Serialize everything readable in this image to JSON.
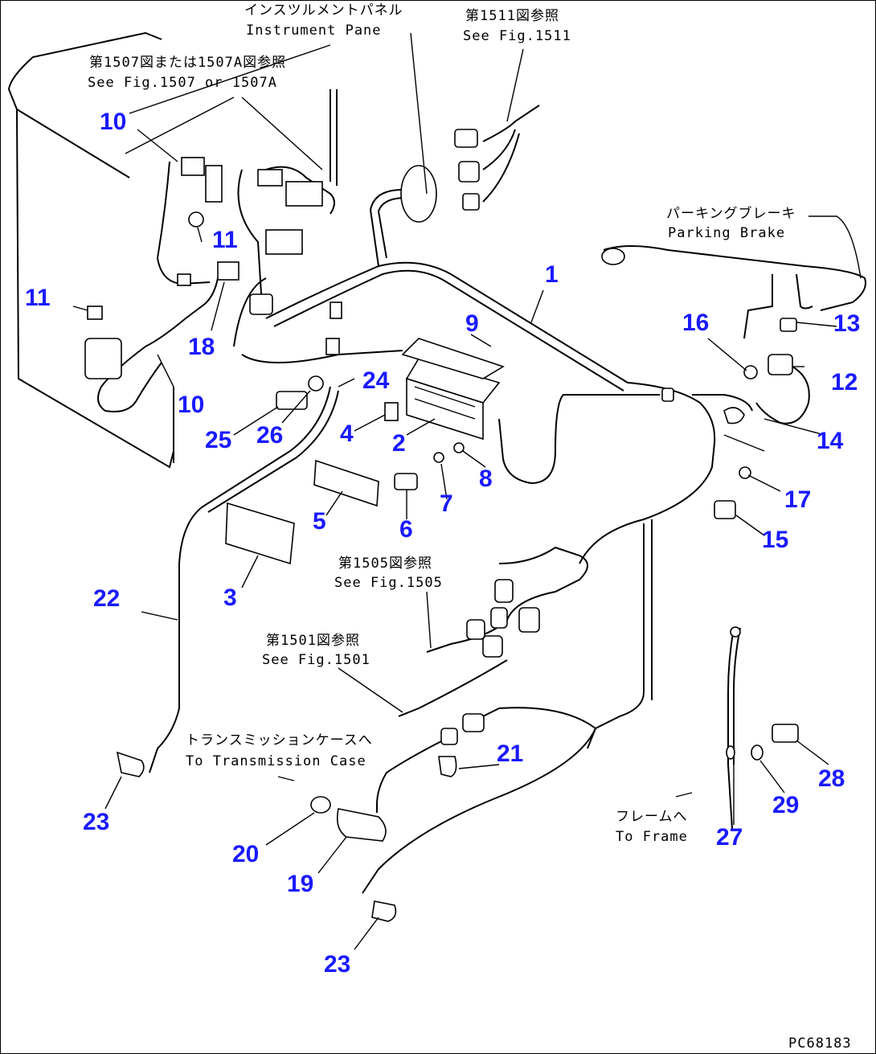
{
  "diagram_id": "PC68183",
  "annotations": {
    "instrument_jp": "インスツルメントパネル",
    "instrument_en": "Instrument Pane",
    "fig1511_jp": "第1511図参照",
    "fig1511_en": "See Fig.1511",
    "fig1507_jp": "第1507図または1507A図参照",
    "fig1507_en": "See Fig.1507 or 1507A",
    "parking_jp": "パーキングブレーキ",
    "parking_en": "Parking Brake",
    "fig1505_jp": "第1505図参照",
    "fig1505_en": "See Fig.1505",
    "fig1501_jp": "第1501図参照",
    "fig1501_en": "See Fig.1501",
    "trans_jp": "トランスミッションケースへ",
    "trans_en": "To Transmission Case",
    "frame_jp": "フレームへ",
    "frame_en": "To Frame"
  },
  "callouts": {
    "c1": "1",
    "c2": "2",
    "c3": "3",
    "c4": "4",
    "c5": "5",
    "c6": "6",
    "c7": "7",
    "c8": "8",
    "c9": "9",
    "c10a": "10",
    "c10b": "10",
    "c11a": "11",
    "c11b": "11",
    "c12": "12",
    "c13": "13",
    "c14": "14",
    "c15": "15",
    "c16": "16",
    "c17": "17",
    "c18": "18",
    "c19": "19",
    "c20": "20",
    "c21": "21",
    "c22": "22",
    "c23a": "23",
    "c23b": "23",
    "c24": "24",
    "c25": "25",
    "c26": "26",
    "c27": "27",
    "c28": "28",
    "c29": "29"
  },
  "colors": {
    "callout": "#1a1aff",
    "line": "#000000"
  }
}
